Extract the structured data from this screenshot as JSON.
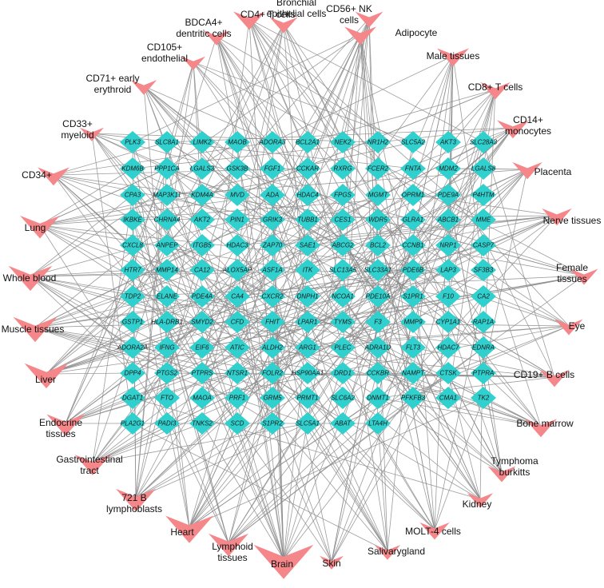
{
  "colors": {
    "gene_node": "#2fd0cd",
    "tissue_node": "#f5878a",
    "edge": "#8c8c8c"
  },
  "genes": [
    [
      "PLK3",
      "SLC8A1",
      "LIMK2",
      "MAOB",
      "ADORA3",
      "BCL2A1",
      "NEK2",
      "NR1H2",
      "SLC5A2",
      "AKT3",
      "SLC28A3"
    ],
    [
      "KDM6B",
      "PPP1CA",
      "LGALS3",
      "GSK3B",
      "FGF1",
      "CCKAR",
      "RXRG",
      "FCER2",
      "FNTA",
      "MDM2",
      "LGALS8"
    ],
    [
      "CPA3",
      "MAP3K11",
      "KDM4A",
      "MVD",
      "ADA",
      "HDAC4",
      "FPGS",
      "MGMT",
      "OPRM1",
      "PDE9A",
      "P4HTM"
    ],
    [
      "IKBKE",
      "CHRNA4",
      "AKT2",
      "PIN1",
      "GRIK3",
      "TUBB1",
      "CES1",
      "WDR5",
      "GLRA1",
      "ABCB1",
      "MME"
    ],
    [
      "CXCL8",
      "ANPEP",
      "ITGB5",
      "HDAC3",
      "ZAP70",
      "SAE1",
      "ABCG2",
      "BCL2",
      "CCNB1",
      "NRP1",
      "CASP7"
    ],
    [
      "HTR7",
      "MMP14",
      "CA12",
      "ALOX5AP",
      "ASF1A",
      "ITK",
      "SLC13A5",
      "SLC33A1",
      "PDE6B",
      "LAP3",
      "SF3B3"
    ],
    [
      "TDP2",
      "ELANE",
      "PDE4A",
      "CA4",
      "CXCR2",
      "DNPH1",
      "NCOA1",
      "PDE10A",
      "S1PR1",
      "F10",
      "CA2"
    ],
    [
      "GSTP1",
      "HLA-DRB1",
      "SMYD2",
      "CFD",
      "FHIT",
      "LPAR1",
      "TYMS",
      "F3",
      "MMP9",
      "CYP1A1",
      "RAP1A"
    ],
    [
      "ADORA2A",
      "IFNG",
      "EIF6",
      "ATIC",
      "ALDH2",
      "ARG1",
      "PLEC",
      "ADRA1D",
      "FLT3",
      "HDAC7",
      "EDNRA"
    ],
    [
      "DPP4",
      "PTGS2",
      "PTPRS",
      "NTSR1",
      "FOLR2",
      "HSP90AA1",
      "DRD1",
      "CCKBR",
      "NAMPT",
      "CTSK",
      "PTPRA"
    ],
    [
      "DGAT1",
      "FTO",
      "MAOA",
      "PRF1",
      "GRM5",
      "PRMT1",
      "SLC6A2",
      "DNMT1",
      "PFKFB3",
      "CMA1",
      "TK2"
    ],
    [
      "PLA2G1",
      "PADI3",
      "TNKS2",
      "SCD",
      "S1PR2",
      "SLC5A1",
      "ABAT",
      "LTA4H"
    ]
  ],
  "tissues": [
    {
      "label": "CD4+ T cells"
    },
    {
      "label": "BDCA4+\ndentritic cells"
    },
    {
      "label": "Bronchial\nepithelial cells"
    },
    {
      "label": "CD56+ NK\ncells"
    },
    {
      "label": "Adipocyte"
    },
    {
      "label": "CD105+\nendothelial"
    },
    {
      "label": "Male tissues"
    },
    {
      "label": "CD71+ early\nerythroid"
    },
    {
      "label": "CD8+ T cells"
    },
    {
      "label": "CD14+\nmonocytes"
    },
    {
      "label": "CD33+\nmyeloid"
    },
    {
      "label": "CD34+"
    },
    {
      "label": "Placenta"
    },
    {
      "label": "Lung"
    },
    {
      "label": "Nerve tissues"
    },
    {
      "label": "Female\ntissues"
    },
    {
      "label": "Whole blood"
    },
    {
      "label": "Muscle tissues"
    },
    {
      "label": "Eye"
    },
    {
      "label": "Liver"
    },
    {
      "label": "CD19+ B cells"
    },
    {
      "label": "Endocrine\ntissues"
    },
    {
      "label": "Bone marrow"
    },
    {
      "label": "Gastrointestinal\ntract"
    },
    {
      "label": "Tymphoma\nburkitts"
    },
    {
      "label": "721 B\nlymphoblasts"
    },
    {
      "label": "Kidney"
    },
    {
      "label": "Heart"
    },
    {
      "label": "MOLT-4 cells"
    },
    {
      "label": "Lymphoid\ntissues"
    },
    {
      "label": "Salivarygland"
    },
    {
      "label": "Skin"
    },
    {
      "label": "Brain"
    }
  ]
}
